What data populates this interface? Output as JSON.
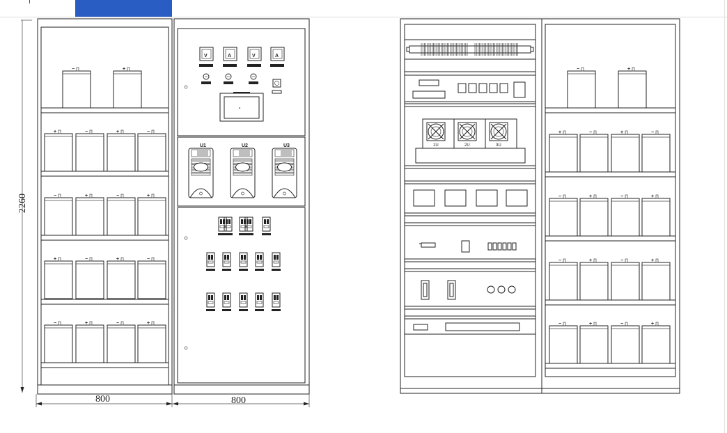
{
  "colors": {
    "accent_tab": "#2a5dc4",
    "line": "#222222"
  },
  "dimensions": {
    "height": "2260",
    "width_left": "800",
    "width_right": "800"
  },
  "battery_labels": {
    "positive": "+",
    "negative": "−"
  },
  "meter_symbols": [
    "V",
    "A",
    "V",
    "A"
  ],
  "rectifier_labels": [
    "U1",
    "U2",
    "U3"
  ],
  "fan_labels": [
    "1U",
    "2U",
    "3U"
  ]
}
